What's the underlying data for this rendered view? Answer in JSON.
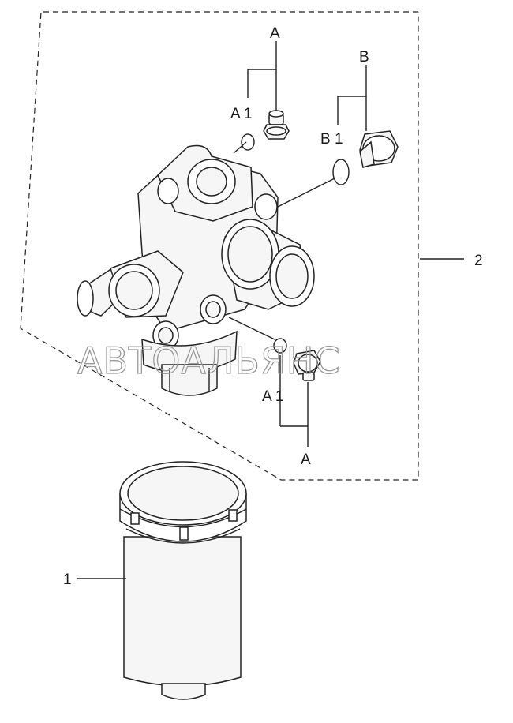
{
  "labels": {
    "a_top": "A",
    "a1_top": "A 1",
    "b_top": "B",
    "b1_top": "B 1",
    "ref_2": "2",
    "a1_bottom": "A 1",
    "a_bottom": "A",
    "ref_1": "1"
  },
  "watermark": "АВТОАЛЬЯНС"
}
